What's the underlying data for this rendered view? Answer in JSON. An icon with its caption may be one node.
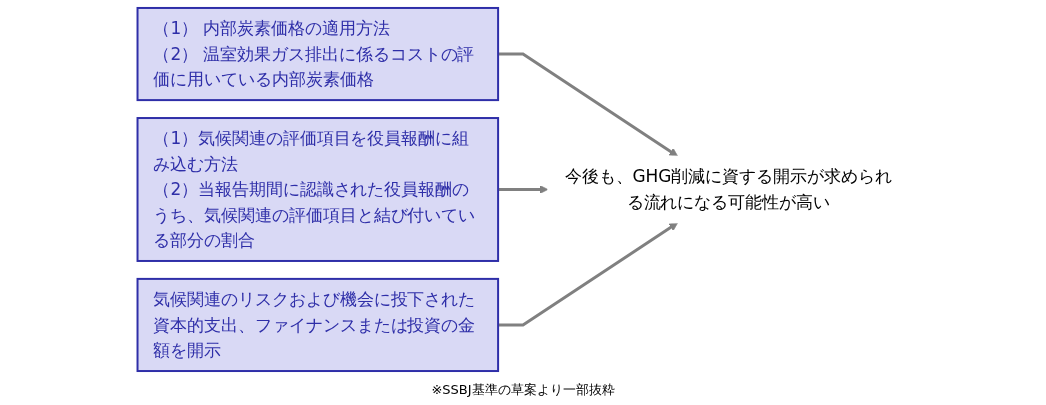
{
  "diagram": {
    "caption": "※SSBJ基準の草案より一部抜粋",
    "nodes": [
      {
        "text": [
          "（1） 内部炭素価格の適用方法",
          "（2） 温室効果ガス排出に係るコストの評価に用いている内部炭素価格"
        ]
      },
      {
        "text": [
          "（1）気候関連の評価項目を役員報酬に組み込む方法",
          "（2）当報告期間に認識された役員報酬のうち、気候関連の評価項目と結び付いている部分の割合"
        ]
      },
      {
        "text": [
          "気候関連のリスクおよび機会に投下された資本的支出、ファイナンスまたは投資の金額を開示"
        ]
      },
      {
        "text": [
          "今後も、GHG削減に資する開示が求められる流れになる可能性が高い"
        ]
      }
    ],
    "edges": [
      {
        "from": 0,
        "to": 3,
        "arrow": "to"
      },
      {
        "from": 1,
        "to": 3,
        "arrow": "to"
      },
      {
        "from": 2,
        "to": 3,
        "arrow": "to"
      }
    ]
  }
}
